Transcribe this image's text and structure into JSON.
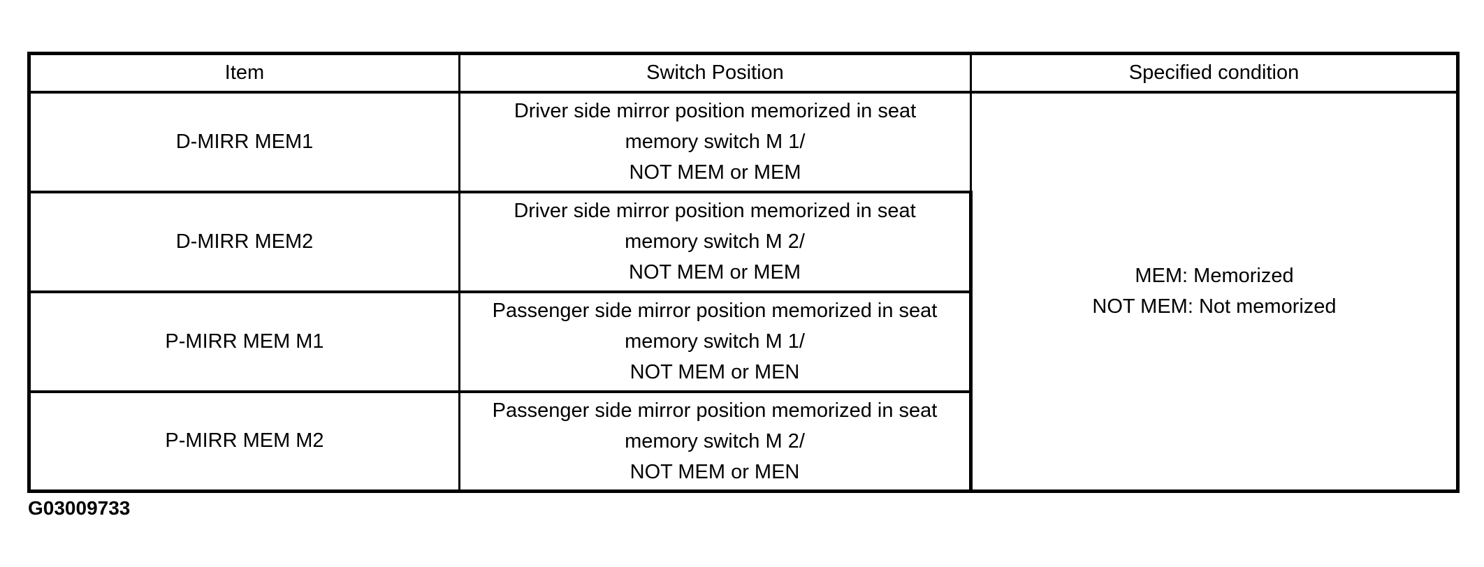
{
  "page": {
    "background_color": "#ffffff",
    "text_color": "#000000",
    "border_color": "#000000",
    "figure_id": "G03009733"
  },
  "table": {
    "columns": [
      "Item",
      "Switch Position",
      "Specified condition"
    ],
    "rows": [
      {
        "item": "D-MIRR MEM1",
        "switch_position": "Driver side mirror position memorized in seat\nmemory switch M 1/\nNOT MEM or MEM"
      },
      {
        "item": "D-MIRR MEM2",
        "switch_position": "Driver side mirror position memorized in seat\nmemory switch M 2/\nNOT MEM or MEM"
      },
      {
        "item": "P-MIRR MEM M1",
        "switch_position": "Passenger side mirror position memorized in seat\nmemory switch M 1/\nNOT MEM or MEN"
      },
      {
        "item": "P-MIRR MEM M2",
        "switch_position": "Passenger side mirror position memorized in seat\nmemory switch M 2/\nNOT MEM or MEN"
      }
    ],
    "specified_condition": "MEM: Memorized\nNOT MEM: Not memorized"
  }
}
